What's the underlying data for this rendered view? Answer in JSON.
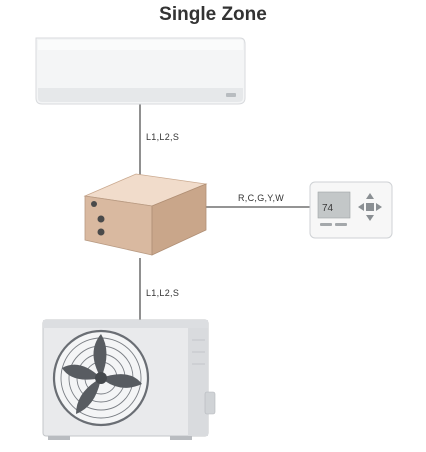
{
  "title": "Single Zone",
  "labels": {
    "indoor_wire": "L1,L2,S",
    "thermostat_wire": "R,C,G,Y,W",
    "outdoor_wire": "L1,L2,S"
  },
  "thermostat": {
    "display_value": "74"
  },
  "colors": {
    "wire": "#555555",
    "unit_white": "#f4f5f6",
    "box_top": "#f1dccb",
    "box_front": "#d9b9a0",
    "box_side": "#c9a68a",
    "outdoor_body": "#e9eaec",
    "fan_grille": "#6a6e74"
  },
  "components": {
    "indoor_unit": "indoor-air-handler",
    "control_box": "interface-control-box",
    "thermostat": "wall-thermostat",
    "outdoor_unit": "outdoor-condenser"
  }
}
